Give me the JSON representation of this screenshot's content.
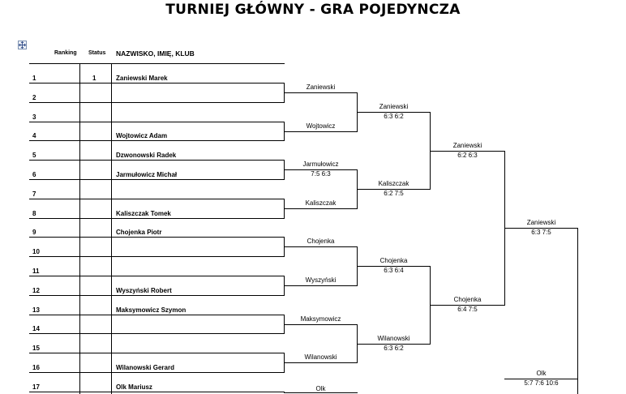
{
  "title": "TURNIEJ GŁÓWNY - GRA POJEDYNCZA",
  "columns": {
    "ranking": "Ranking",
    "status": "Status",
    "name": "NAZWISKO, IMIĘ, KLUB"
  },
  "rows": [
    {
      "num": "1",
      "status": "1",
      "name": "Zaniewski Marek"
    },
    {
      "num": "2",
      "status": "",
      "name": ""
    },
    {
      "num": "3",
      "status": "",
      "name": ""
    },
    {
      "num": "4",
      "status": "",
      "name": "Wojtowicz Adam"
    },
    {
      "num": "5",
      "status": "",
      "name": "Dzwonowski Radek"
    },
    {
      "num": "6",
      "status": "",
      "name": "Jarmułowicz Michał"
    },
    {
      "num": "7",
      "status": "",
      "name": ""
    },
    {
      "num": "8",
      "status": "",
      "name": "Kaliszczak Tomek"
    },
    {
      "num": "9",
      "status": "",
      "name": "Chojenka Piotr"
    },
    {
      "num": "10",
      "status": "",
      "name": ""
    },
    {
      "num": "11",
      "status": "",
      "name": ""
    },
    {
      "num": "12",
      "status": "",
      "name": "Wyszyński Robert"
    },
    {
      "num": "13",
      "status": "",
      "name": "Maksymowicz Szymon"
    },
    {
      "num": "14",
      "status": "",
      "name": ""
    },
    {
      "num": "15",
      "status": "",
      "name": ""
    },
    {
      "num": "16",
      "status": "",
      "name": "Wilanowski Gerard"
    },
    {
      "num": "17",
      "status": "",
      "name": "Olk Mariusz"
    }
  ],
  "round2": [
    {
      "name": "Zaniewski",
      "score": ""
    },
    {
      "name": "Wojtowicz",
      "score": ""
    },
    {
      "name": "Jarmułowicz",
      "score": "7:5 6:3"
    },
    {
      "name": "Kaliszczak",
      "score": ""
    },
    {
      "name": "Chojenka",
      "score": ""
    },
    {
      "name": "Wyszyński",
      "score": ""
    },
    {
      "name": "Maksymowicz",
      "score": ""
    },
    {
      "name": "Wilanowski",
      "score": ""
    },
    {
      "name": "Olk",
      "score": ""
    }
  ],
  "round3": [
    {
      "name": "Zaniewski",
      "score": "6:3 6:2"
    },
    {
      "name": "Kaliszczak",
      "score": "6:2 7:5"
    },
    {
      "name": "Chojenka",
      "score": "6:3 6:4"
    },
    {
      "name": "Wilanowski",
      "score": "6:3 6:2"
    }
  ],
  "round4": [
    {
      "name": "Zaniewski",
      "score": "6:2 6:3"
    },
    {
      "name": "Chojenka",
      "score": "6:4 7:5"
    }
  ],
  "round5": [
    {
      "name": "Zaniewski",
      "score": "6:3 7:5"
    },
    {
      "name": "Olk",
      "score": "5:7 7:6 10:6"
    }
  ]
}
